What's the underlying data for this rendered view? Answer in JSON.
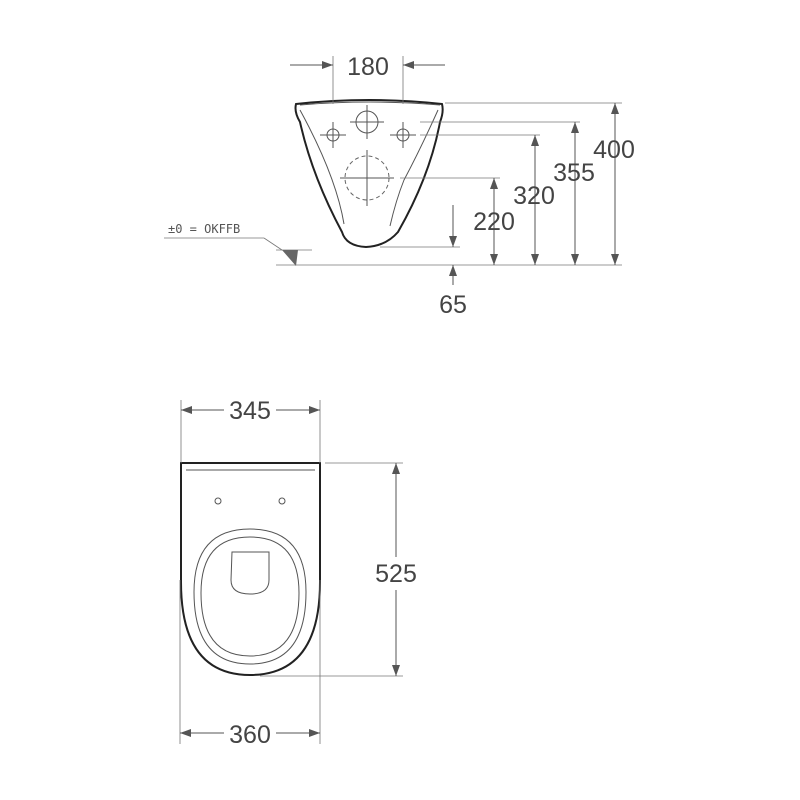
{
  "front_view": {
    "dimensions": {
      "hole_spacing": "180",
      "total_height": "400",
      "inlet_height": "355",
      "bolt_height": "320",
      "outlet_height": "220",
      "floor_offset": "65"
    },
    "level_label": "±0 = OKFFB"
  },
  "top_view": {
    "dimensions": {
      "top_width": "345",
      "length": "525",
      "bottom_width": "360"
    }
  }
}
